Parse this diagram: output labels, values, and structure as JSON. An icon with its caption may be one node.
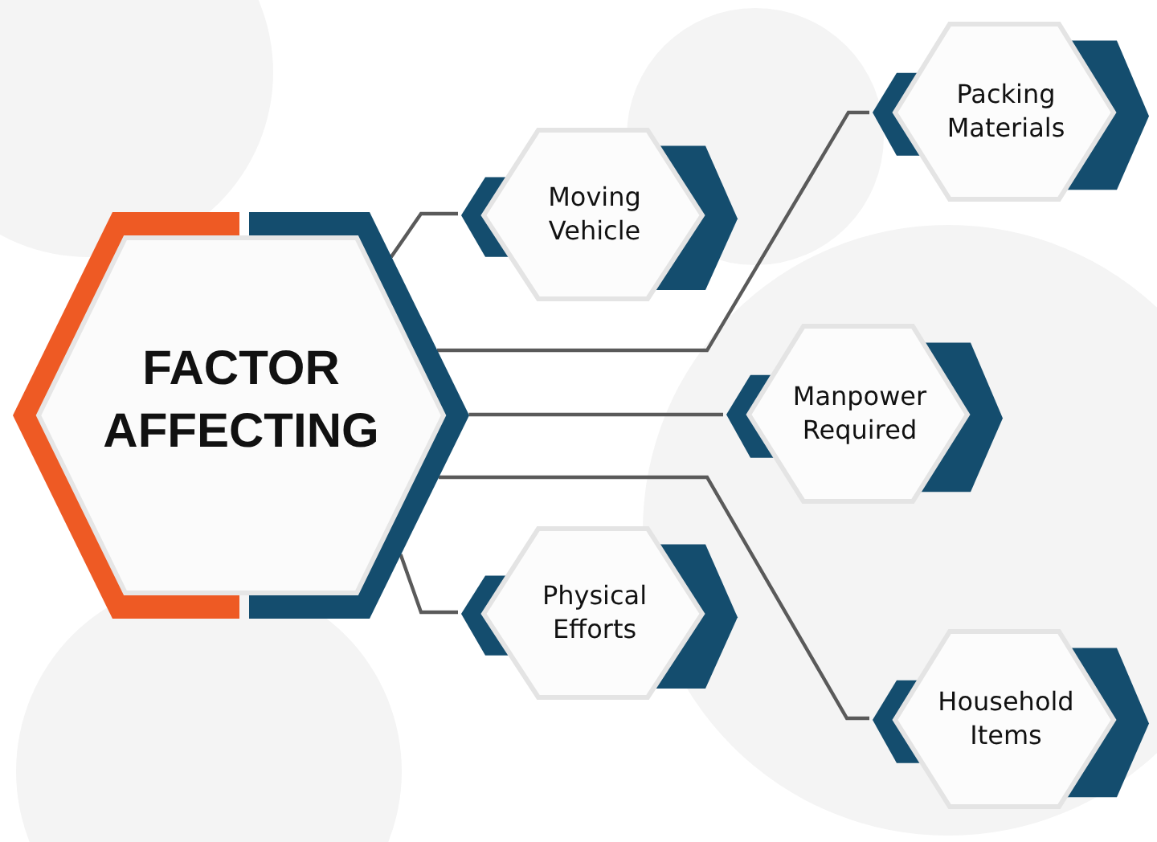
{
  "diagram": {
    "nodes": [
      {
        "text": [
          "FACTOR AFFECTING"
        ]
      },
      {
        "text": [
          "Moving Vehicle"
        ]
      },
      {
        "text": [
          "Packing Materials"
        ]
      },
      {
        "text": [
          "Manpower Required"
        ]
      },
      {
        "text": [
          "Physical Efforts"
        ]
      },
      {
        "text": [
          "Household Items"
        ]
      }
    ],
    "edges": [
      {
        "from": 0,
        "to": 1,
        "arrow": "none"
      },
      {
        "from": 0,
        "to": 2,
        "arrow": "none"
      },
      {
        "from": 0,
        "to": 3,
        "arrow": "none"
      },
      {
        "from": 0,
        "to": 5,
        "arrow": "none"
      },
      {
        "from": 0,
        "to": 4,
        "arrow": "none"
      }
    ]
  }
}
